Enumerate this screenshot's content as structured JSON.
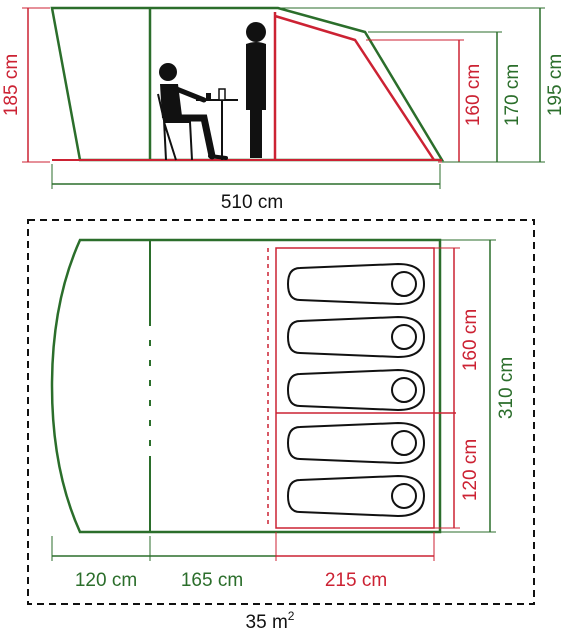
{
  "colors": {
    "green": "#2b6e2b",
    "red": "#cc2233",
    "black": "#111111",
    "bag_fill": "#ffffff"
  },
  "side_view": {
    "height_front": "185 cm",
    "height_bedroom": "160 cm",
    "height_canopy": "170 cm",
    "height_total": "195 cm",
    "length_total": "510 cm",
    "figures": [
      "seated-person-at-table",
      "standing-person"
    ]
  },
  "floor_plan": {
    "width_porch": "120 cm",
    "width_living": "165 cm",
    "width_bedroom": "215 cm",
    "depth_total": "310 cm",
    "depth_bedroom_1": "160 cm",
    "depth_bedroom_2": "120 cm",
    "sleeping_bags": 5,
    "area_label": "35 m",
    "area_unit_sup": "2"
  }
}
